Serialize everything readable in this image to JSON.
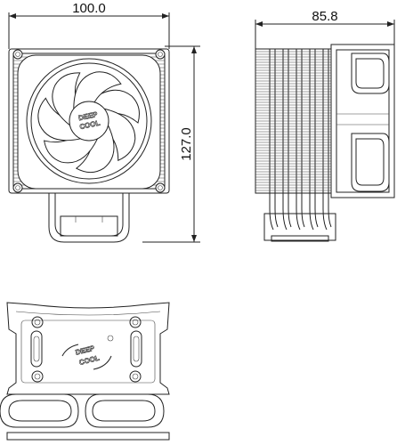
{
  "dimensions": {
    "front_width": "100.0",
    "side_depth": "85.8",
    "height": "127.0"
  },
  "brand": {
    "line1": "DEEP",
    "line2": "COOL"
  }
}
